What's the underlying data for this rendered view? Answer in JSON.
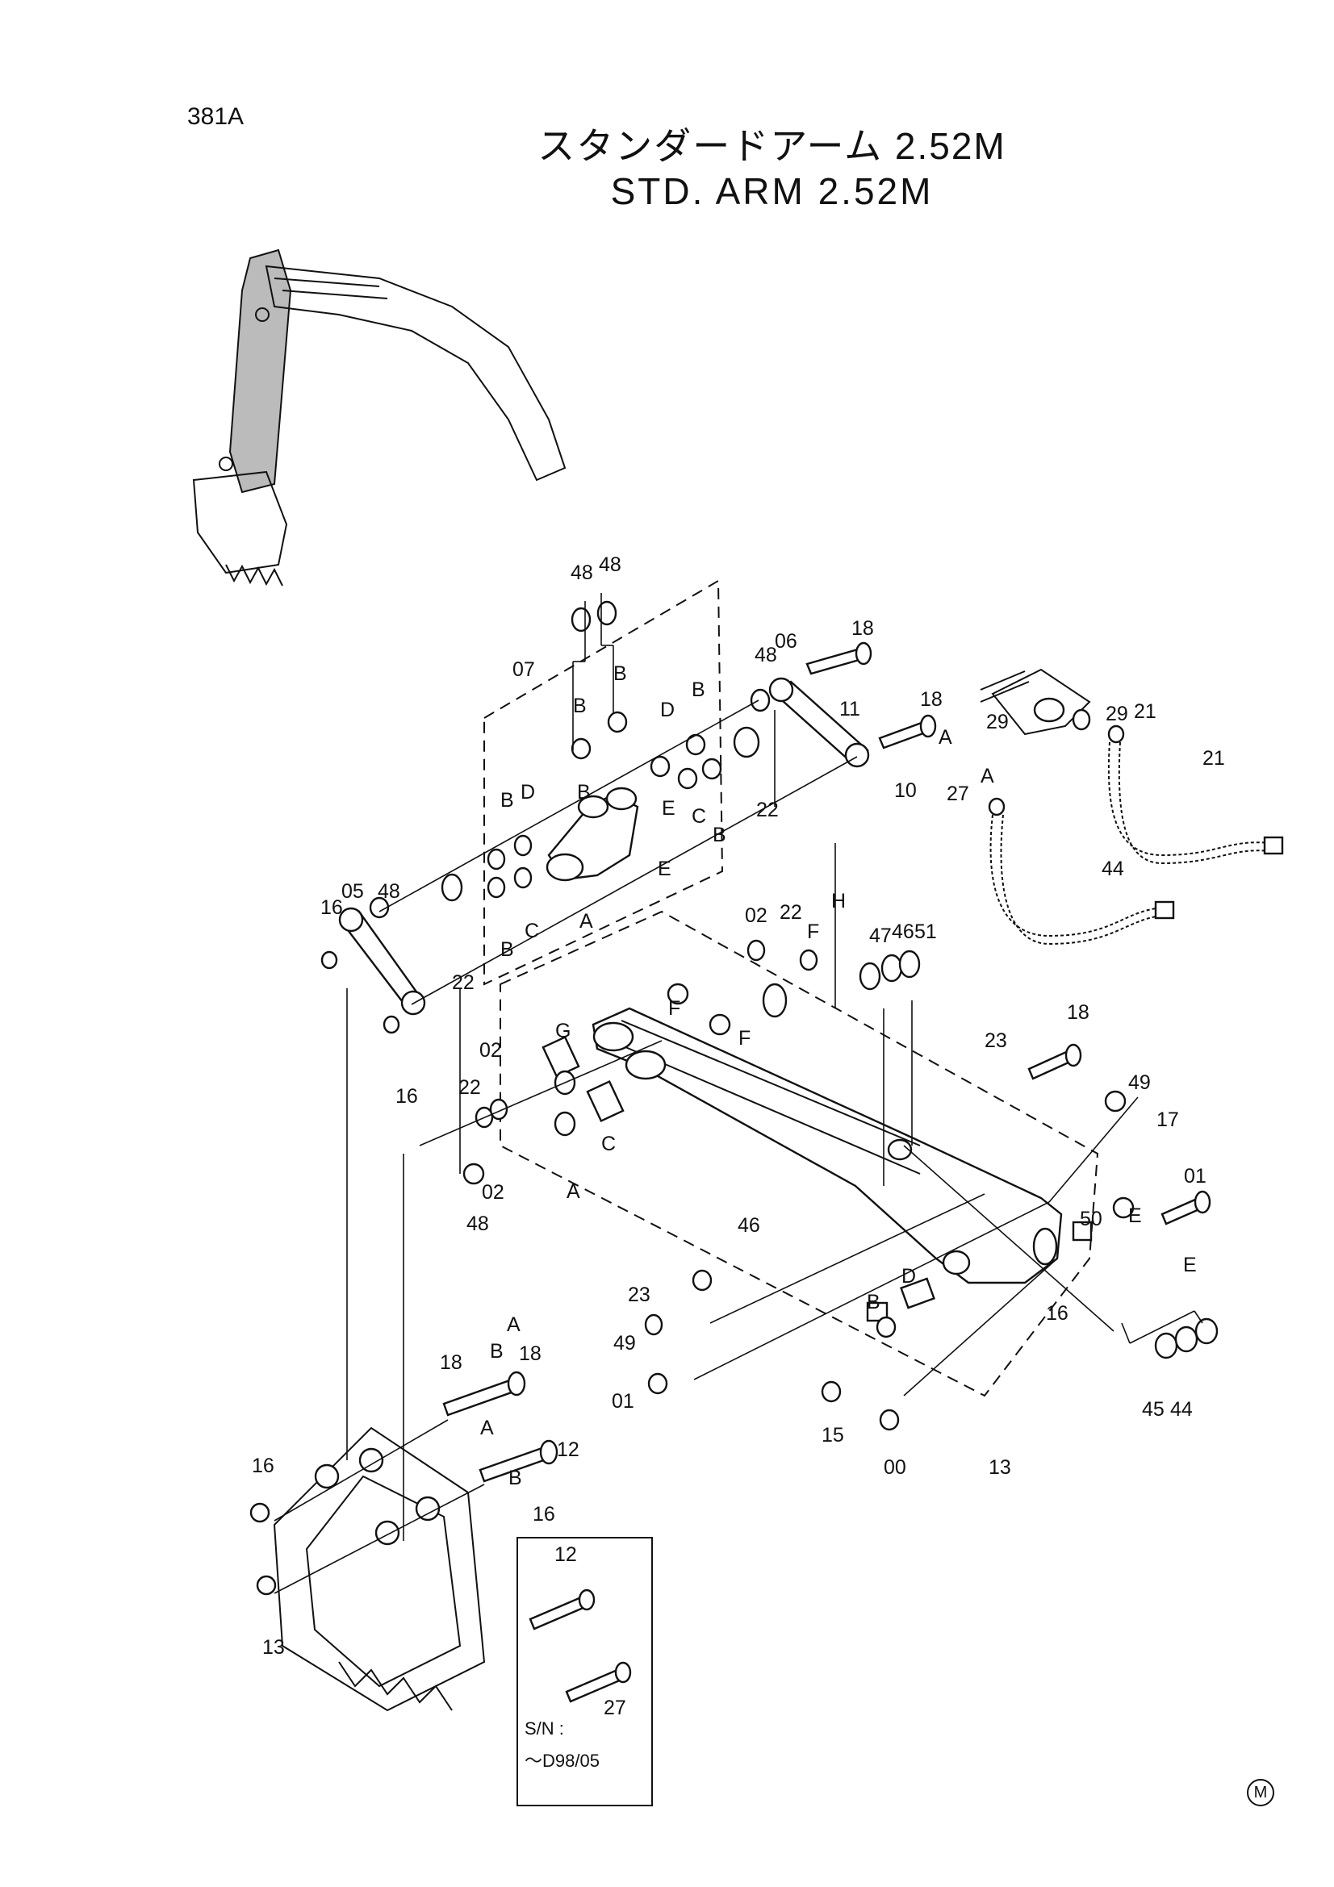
{
  "header": {
    "page_code": "381A",
    "title_jp": "スタンダードアーム 2.52M",
    "title_en": "STD. ARM 2.52M"
  },
  "inset": {
    "sn_label": "S/N :",
    "sn_value": "～D98/05"
  },
  "mark": "M",
  "callouts": [
    "48",
    "48",
    "07",
    "B",
    "B",
    "D",
    "B",
    "B",
    "D",
    "E",
    "C",
    "B",
    "B",
    "C",
    "A",
    "E",
    "B",
    "06",
    "18",
    "11",
    "18",
    "10",
    "48",
    "22",
    "05",
    "16",
    "48",
    "22",
    "16",
    "02",
    "22",
    "02",
    "48",
    "F",
    "G",
    "F",
    "02",
    "22",
    "F",
    "H",
    "A",
    "C",
    "46",
    "47",
    "46",
    "51",
    "18",
    "23",
    "49",
    "17",
    "01",
    "E",
    "50",
    "E",
    "B",
    "D",
    "16",
    "23",
    "49",
    "01",
    "15",
    "00",
    "13",
    "A",
    "B",
    "18",
    "18",
    "A",
    "B",
    "12",
    "16",
    "16",
    "13",
    "12",
    "27",
    "A",
    "29",
    "27",
    "A",
    "29",
    "21",
    "21",
    "44",
    "45",
    "44"
  ]
}
